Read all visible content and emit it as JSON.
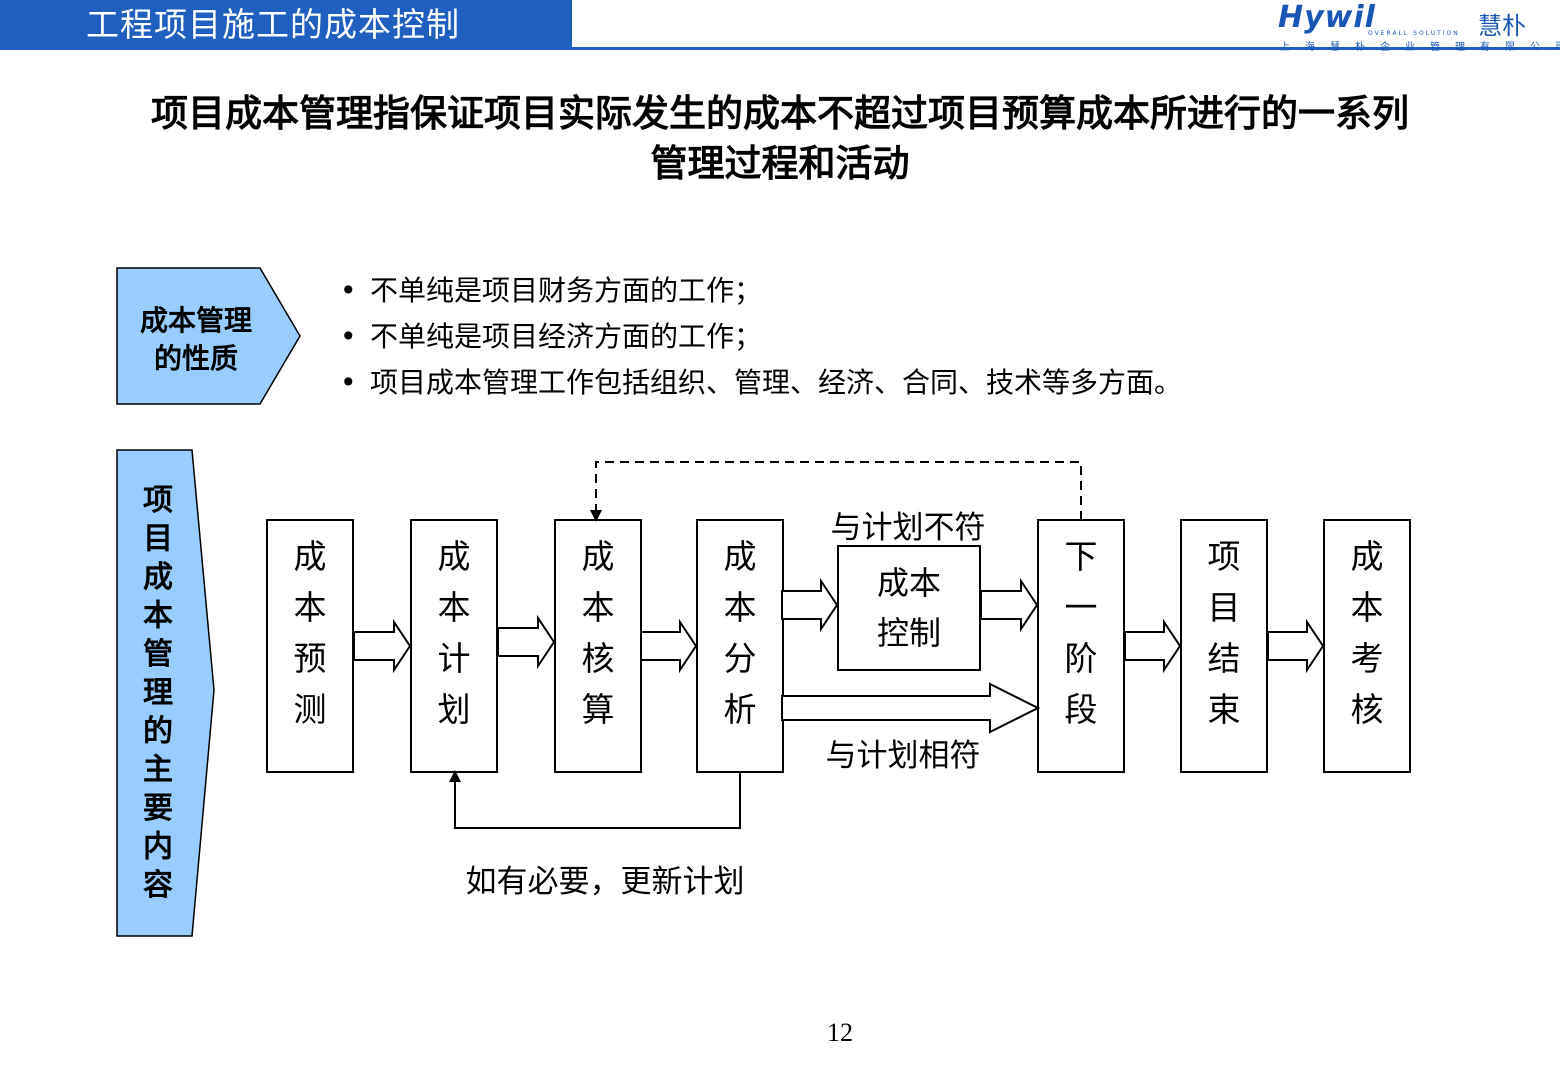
{
  "header": {
    "title": "工程项目施工的成本控制",
    "logo_text": "Hywil",
    "logo_cn": "慧朴",
    "logo_sub": "OVERALL SOLUTION",
    "logo_company": "上海慧朴企业管理有限公司",
    "accent_color": "#1f5fbf"
  },
  "main_title": {
    "line1": "项目成本管理指保证项目实际发生的成本不超过项目预算成本所进行的一系列",
    "line2": "管理过程和活动"
  },
  "nature_label": {
    "line1": "成本管理",
    "line2": "的性质",
    "fill_color": "#99ccff"
  },
  "bullets": [
    "不单纯是项目财务方面的工作；",
    "不单纯是项目经济方面的工作；",
    "项目成本管理工作包括组织、管理、经济、合同、技术等多方面。"
  ],
  "content_label": {
    "chars": [
      "项",
      "目",
      "成",
      "本",
      "管",
      "理",
      "的",
      "主",
      "要",
      "内",
      "容"
    ]
  },
  "flow": {
    "steps": [
      {
        "id": "forecast",
        "chars": [
          "成",
          "本",
          "预",
          "测"
        ]
      },
      {
        "id": "plan",
        "chars": [
          "成",
          "本",
          "计",
          "划"
        ]
      },
      {
        "id": "accounting",
        "chars": [
          "成",
          "本",
          "核",
          "算"
        ]
      },
      {
        "id": "analysis",
        "chars": [
          "成",
          "本",
          "分",
          "析"
        ]
      },
      {
        "id": "next-stage",
        "chars": [
          "下",
          "一",
          "阶",
          "段"
        ]
      },
      {
        "id": "project-end",
        "chars": [
          "项",
          "目",
          "结",
          "束"
        ]
      },
      {
        "id": "assessment",
        "chars": [
          "成",
          "本",
          "考",
          "核"
        ]
      }
    ],
    "control_box": {
      "line1": "成本",
      "line2": "控制"
    },
    "label_mismatch": "与计划不符",
    "label_match": "与计划相符",
    "label_update": "如有必要，更新计划"
  },
  "page_number": "12"
}
